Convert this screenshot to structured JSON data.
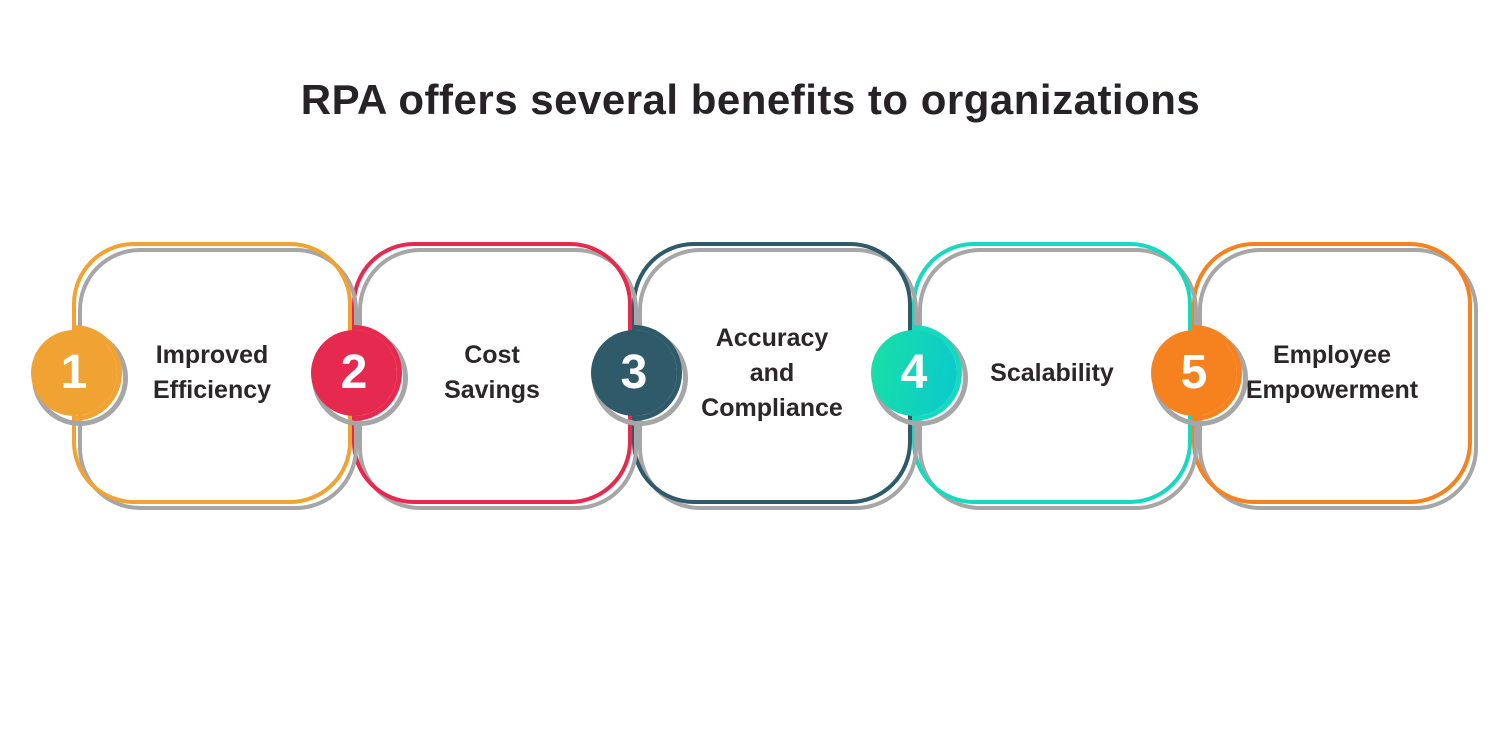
{
  "title": "RPA offers several benefits to organizations",
  "colors": {
    "background": "#FFFFFF",
    "title_text": "#262226",
    "label_text": "#2B2728",
    "number_text": "#FFFFFF",
    "shadow_gray": "#A6A6A6"
  },
  "items": [
    {
      "number": "1",
      "lines": [
        "Improved",
        "Efficiency"
      ],
      "color": "#F0A232",
      "circle_colors": [
        "#F0A232"
      ]
    },
    {
      "number": "2",
      "lines": [
        "Cost",
        "Savings"
      ],
      "color": "#E62A4F",
      "circle_colors": [
        "#E62A4F"
      ]
    },
    {
      "number": "3",
      "lines": [
        "Accuracy",
        "and",
        "Compliance"
      ],
      "color": "#2E5A69",
      "circle_colors": [
        "#2E5A69"
      ]
    },
    {
      "number": "4",
      "lines": [
        "Scalability"
      ],
      "color": "#16D9BE",
      "circle_colors": [
        "#19E0A5",
        "#0BC8CE"
      ]
    },
    {
      "number": "5",
      "lines": [
        "Employee",
        "Empowerment"
      ],
      "color": "#F5821F",
      "circle_colors": [
        "#F5821F"
      ]
    }
  ]
}
